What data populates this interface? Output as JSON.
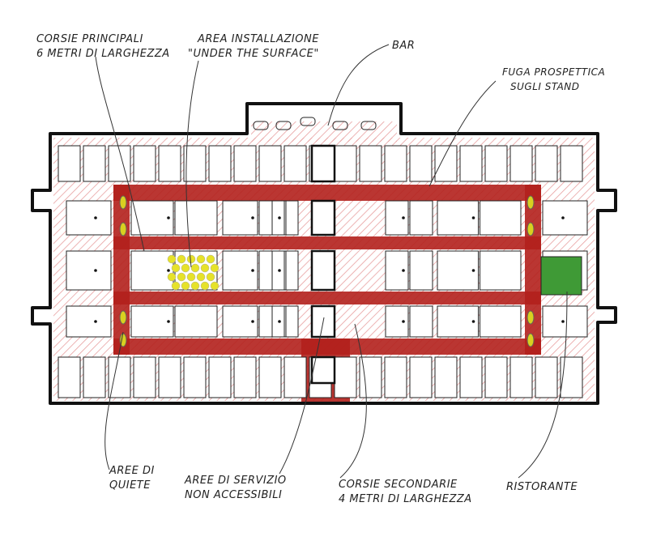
{
  "labels": {
    "corsie_principali": {
      "line1": "CORSIE PRINCIPALI",
      "line2": "6 METRI DI LARGHEZZA"
    },
    "area_installazione": {
      "line1": "AREA INSTALLAZIONE",
      "line2": "\"UNDER THE SURFACE\""
    },
    "bar": {
      "line1": "BAR"
    },
    "fuga_prospettica": {
      "line1": "FUGA PROSPETTICA",
      "line2": "SUGLI STAND"
    },
    "aree_quiete": {
      "line1": "AREE DI",
      "line2": "QUIETE"
    },
    "aree_servizio": {
      "line1": "AREE DI SERVIZIO",
      "line2": "NON ACCESSIBILI"
    },
    "corsie_secondarie": {
      "line1": "CORSIE SECONDARIE",
      "line2": "4 METRI DI LARGHEZZA"
    },
    "ristorante": {
      "line1": "RISTORANTE"
    }
  },
  "colors": {
    "corridor": "#b3201c",
    "hatch": "#e8a0a0",
    "restaurant": "#3f9a36",
    "installation": "#e6e22a",
    "quiet": "#d9d020",
    "outline": "#111111"
  }
}
